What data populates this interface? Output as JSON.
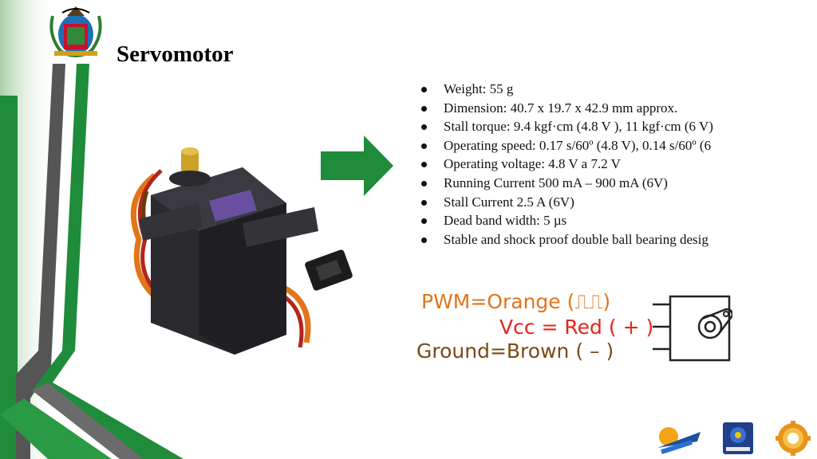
{
  "slide": {
    "title": "Servomotor",
    "specs": [
      "Weight: 55 g",
      "Dimension: 40.7 x 19.7 x 42.9 mm approx.",
      "Stall torque: 9.4 kgf·cm (4.8 V ), 11 kgf·cm (6 V)",
      "Operating speed: 0.17 s/60º (4.8 V), 0.14 s/60º (6",
      "Operating voltage: 4.8 V a 7.2 V",
      "Running Current 500 mA – 900 mA (6V)",
      "Stall Current 2.5 A (6V)",
      "Dead band width: 5 µs",
      "Stable and shock proof  double ball bearing desig"
    ],
    "wiring": {
      "pwm": "PWM=Orange (⎍⎍)",
      "vcc": "Vcc = Red ( + )",
      "ground": "Ground=Brown ( – )"
    },
    "colors": {
      "green": "#1e8c3a",
      "orange": "#e0761a",
      "red": "#e8231b",
      "brown": "#7a4a14"
    }
  }
}
